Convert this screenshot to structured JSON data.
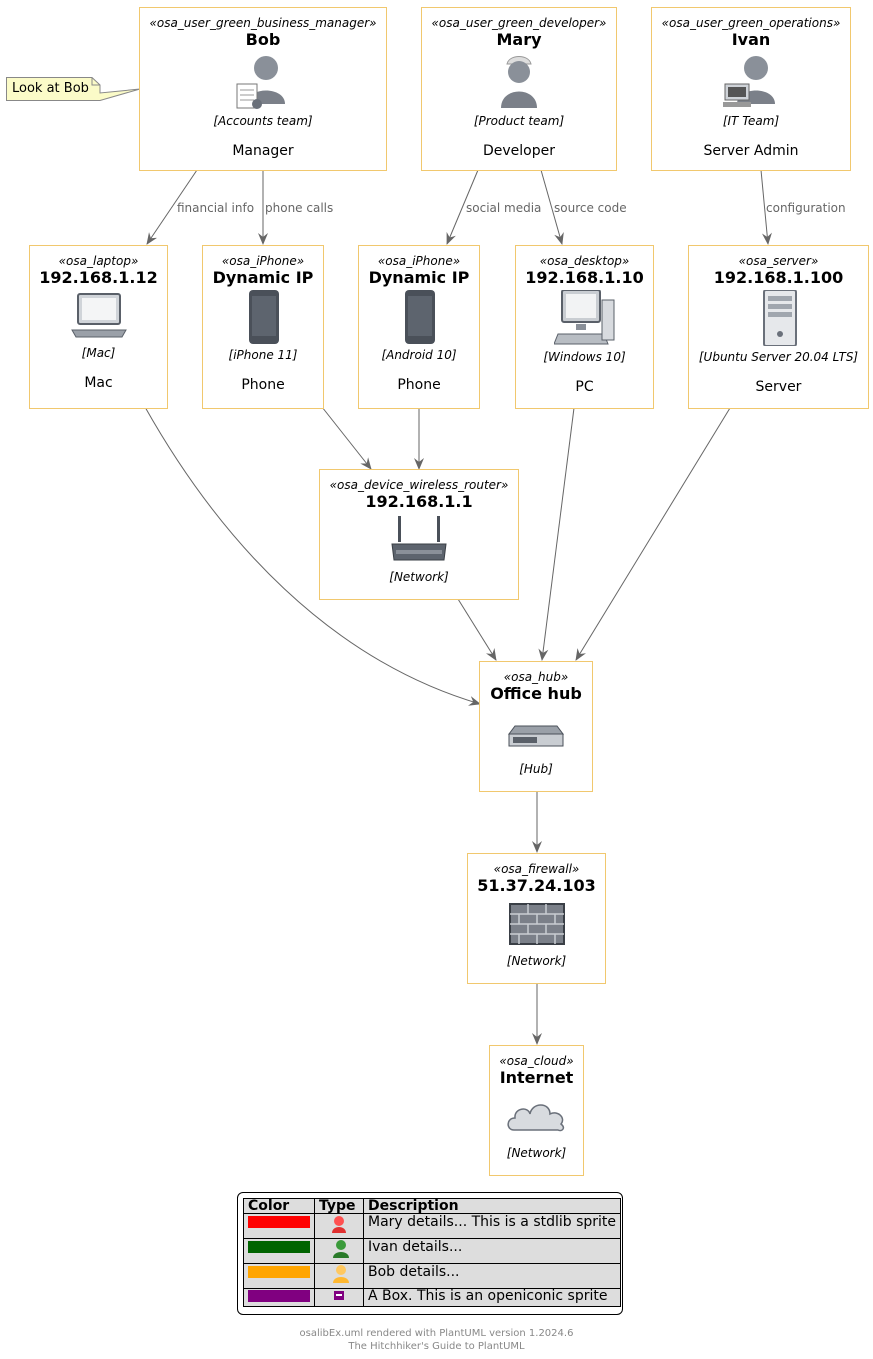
{
  "note": {
    "text": "Look at Bob"
  },
  "nodes": {
    "bob": {
      "stereotype": "«osa_user_green_business_manager»",
      "title": "Bob",
      "technology": "[Accounts team]",
      "description": "Manager"
    },
    "mary": {
      "stereotype": "«osa_user_green_developer»",
      "title": "Mary",
      "technology": "[Product team]",
      "description": "Developer"
    },
    "ivan": {
      "stereotype": "«osa_user_green_operations»",
      "title": "Ivan",
      "technology": "[IT Team]",
      "description": "Server Admin"
    },
    "laptop": {
      "stereotype": "«osa_laptop»",
      "title": "192.168.1.12",
      "technology": "[Mac]",
      "description": "Mac"
    },
    "iphone": {
      "stereotype": "«osa_iPhone»",
      "title": "Dynamic IP",
      "technology": "[iPhone 11]",
      "description": "Phone"
    },
    "android": {
      "stereotype": "«osa_iPhone»",
      "title": "Dynamic IP",
      "technology": "[Android 10]",
      "description": "Phone"
    },
    "desktop": {
      "stereotype": "«osa_desktop»",
      "title": "192.168.1.10",
      "technology": "[Windows 10]",
      "description": "PC"
    },
    "server": {
      "stereotype": "«osa_server»",
      "title": "192.168.1.100",
      "technology": "[Ubuntu Server 20.04 LTS]",
      "description": "Server"
    },
    "router": {
      "stereotype": "«osa_device_wireless_router»",
      "title": "192.168.1.1",
      "technology": "[Network]"
    },
    "hub": {
      "stereotype": "«osa_hub»",
      "title": "Office hub",
      "technology": "[Hub]"
    },
    "firewall": {
      "stereotype": "«osa_firewall»",
      "title": "51.37.24.103",
      "technology": "[Network]"
    },
    "cloud": {
      "stereotype": "«osa_cloud»",
      "title": "Internet",
      "technology": "[Network]"
    }
  },
  "edges": {
    "financial_info": "financial info",
    "phone_calls": "phone calls",
    "social_media": "social media",
    "source_code": "source code",
    "configuration": "configuration"
  },
  "legend": {
    "headers": {
      "color": "Color",
      "type": "Type",
      "description": "Description"
    },
    "rows": [
      {
        "color": "#ff0000",
        "icon": "red-person-icon",
        "description": "Mary details... This is a stdlib sprite"
      },
      {
        "color": "#006400",
        "icon": "green-person-icon",
        "description": "Ivan details..."
      },
      {
        "color": "#ffa500",
        "icon": "orange-person-icon",
        "description": "Bob details..."
      },
      {
        "color": "#800080",
        "icon": "purple-box-icon",
        "description": "A Box. This is an openiconic sprite"
      }
    ]
  },
  "footer": {
    "line1": "osalibEx.uml rendered with PlantUML version 1.2024.6",
    "line2": "The Hitchhiker's Guide to PlantUML"
  },
  "colors": {
    "border": "#f1c86e",
    "arrow": "#666666",
    "note_fill": "#fbfbc8"
  }
}
